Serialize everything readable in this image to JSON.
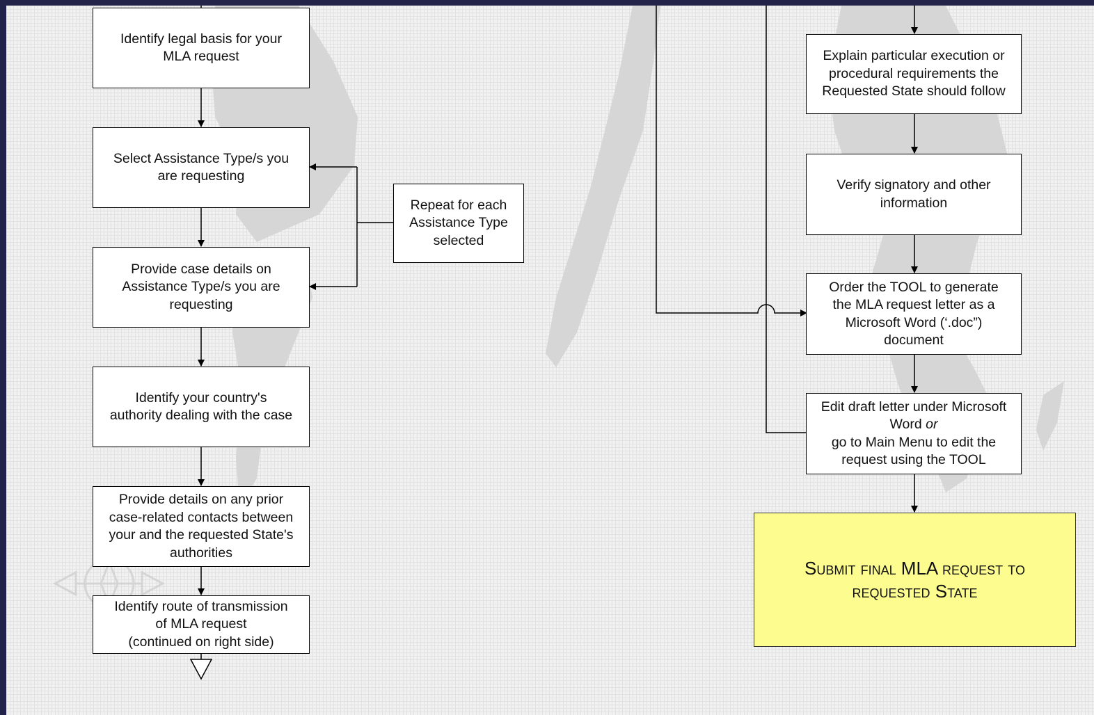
{
  "left_column": [
    {
      "id": "legal-basis",
      "lines": [
        "Identify legal basis for your",
        "MLA request"
      ]
    },
    {
      "id": "select-assistance",
      "lines": [
        "Select Assistance Type/s you",
        "are requesting"
      ]
    },
    {
      "id": "case-details",
      "lines": [
        "Provide case details on",
        "Assistance Type/s you are",
        "requesting"
      ]
    },
    {
      "id": "authority",
      "lines": [
        "Identify your country's",
        "authority dealing with the case"
      ]
    },
    {
      "id": "prior-contacts",
      "lines": [
        "Provide details on any prior",
        "case-related contacts between",
        "your and the requested State's",
        "authorities"
      ]
    },
    {
      "id": "route",
      "lines": [
        "Identify route of transmission",
        "of MLA request",
        "(continued on right side)"
      ]
    }
  ],
  "repeat_box": {
    "lines": [
      "Repeat for each",
      "Assistance Type",
      "selected"
    ]
  },
  "right_column": [
    {
      "id": "execution",
      "lines": [
        "Explain particular execution or",
        "procedural requirements  the",
        "Requested State should follow"
      ]
    },
    {
      "id": "verify",
      "lines": [
        "Verify signatory and other",
        "information"
      ]
    },
    {
      "id": "generate",
      "lines": [
        "Order the TOOL to generate",
        "the MLA request letter as a",
        "Microsoft Word (‘.doc”)",
        "document"
      ]
    },
    {
      "id": "edit",
      "lines": [
        "Edit draft letter under Microsoft",
        "Word",
        "or",
        "go to Main Menu to edit the",
        "request using the TOOL"
      ]
    }
  ],
  "final_box": {
    "lines": [
      "Submit final MLA request to",
      "requested State"
    ]
  },
  "colors": {
    "background": "#23234a",
    "grid": "#f1f1f1",
    "final_fill": "#fdfc8e",
    "map": "#d4d4d4"
  }
}
